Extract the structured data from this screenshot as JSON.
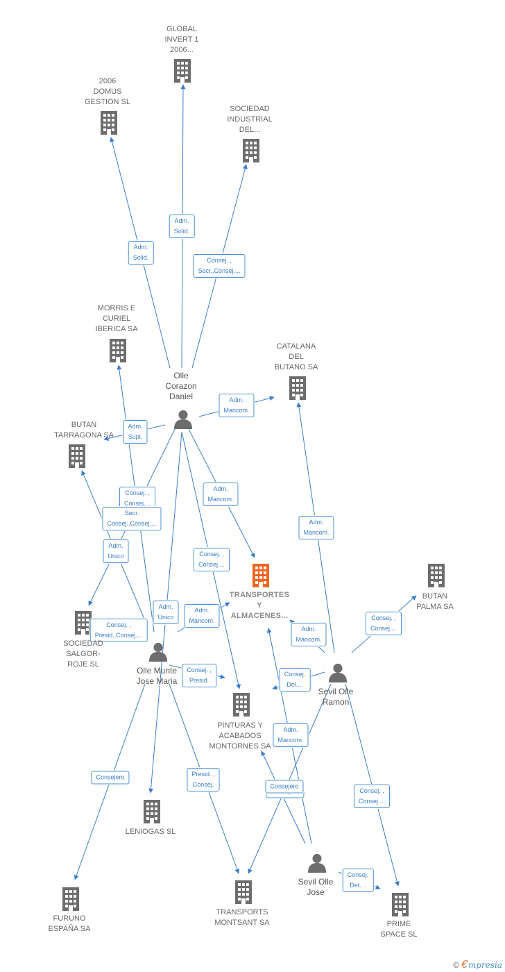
{
  "theme": {
    "edge_color": "#3a7dc9",
    "building_color": "#6d6d6d",
    "focus_color": "#f26522",
    "person_color": "#6d6d6d"
  },
  "nodes": [
    {
      "id": "global",
      "type": "company",
      "label": "GLOBAL\nINVERT 1\n2006..."
    },
    {
      "id": "domus",
      "type": "company",
      "label": "2006\nDOMUS\nGESTION SL"
    },
    {
      "id": "sid",
      "type": "company",
      "label": "SOCIEDAD\nINDUSTRIAL\nDEL..."
    },
    {
      "id": "morris",
      "type": "company",
      "label": "MORRIS E\nCURIEL\nIBERICA SA"
    },
    {
      "id": "catalana",
      "type": "company",
      "label": "CATALANA\nDEL\nBUTANO SA"
    },
    {
      "id": "oc_daniel",
      "type": "person",
      "label": "Olle\nCorazon\nDaniel"
    },
    {
      "id": "butan_t",
      "type": "company",
      "label": "BUTAN\nTARRAGONA SA"
    },
    {
      "id": "transportes",
      "type": "focus",
      "label": "TRANSPORTES\nY\nALMACENES..."
    },
    {
      "id": "butan_p",
      "type": "company",
      "label": "BUTAN\nPALMA SA"
    },
    {
      "id": "salgor",
      "type": "company",
      "label": "SOCIEDAD\nSALGOR-\nROJE SL"
    },
    {
      "id": "om_jose",
      "type": "person",
      "label": "Olle Munte\nJose Maria"
    },
    {
      "id": "so_ramon",
      "type": "person",
      "label": "Sevil Olle\nRamon"
    },
    {
      "id": "pinturas",
      "type": "company",
      "label": "PINTURAS Y\nACABADOS\nMONTORNES SA"
    },
    {
      "id": "leniogas",
      "type": "company",
      "label": "LENIOGAS SL"
    },
    {
      "id": "so_jose",
      "type": "person",
      "label": "Sevil Olle\nJose"
    },
    {
      "id": "furuno",
      "type": "company",
      "label": "FURUNO\nESPAÑA SA"
    },
    {
      "id": "montsant",
      "type": "company",
      "label": "TRANSPORTS\nMONTSANT SA"
    },
    {
      "id": "prime",
      "type": "company",
      "label": "PRIME\nSPACE SL"
    }
  ],
  "edges": [
    {
      "from": "oc_daniel",
      "to": "global",
      "label": "Adm.\nSolid."
    },
    {
      "from": "oc_daniel",
      "to": "domus",
      "label": "Adm.\nSolid."
    },
    {
      "from": "oc_daniel",
      "to": "sid",
      "label": "Consej. ,\nSecr.,Consej...."
    },
    {
      "from": "oc_daniel",
      "to": "catalana",
      "label": "Adm.\nMancom."
    },
    {
      "from": "oc_daniel",
      "to": "butan_t",
      "label": "Adm.\nSupl."
    },
    {
      "from": "oc_daniel",
      "to": "transportes",
      "label": "Adm.\nMancom."
    },
    {
      "from": "oc_daniel",
      "to": "salgor",
      "label": "Consej. ,\nConsej...."
    },
    {
      "from": "oc_daniel",
      "to": "pinturas",
      "label": "Consej. ,\nConsej...."
    },
    {
      "from": "oc_daniel",
      "to": "leniogas",
      "label": "Adm.\nUnico"
    },
    {
      "from": "om_jose",
      "to": "morris",
      "label": "Secr.\nConsej.,Consej...."
    },
    {
      "from": "om_jose",
      "to": "butan_t",
      "label": "Adm.\nUnico"
    },
    {
      "from": "om_jose",
      "to": "transportes",
      "label": "Adm.\nMancom."
    },
    {
      "from": "om_jose",
      "to": "salgor",
      "label": "Consej. ,\nPresid.,Consej...."
    },
    {
      "from": "om_jose",
      "to": "pinturas",
      "label": "Consej. ,\nPresid."
    },
    {
      "from": "om_jose",
      "to": "furuno",
      "label": "Consejero"
    },
    {
      "from": "om_jose",
      "to": "montsant",
      "label": "Presid. ,\nConsej."
    },
    {
      "from": "so_ramon",
      "to": "catalana",
      "label": "Adm.\nMancom."
    },
    {
      "from": "so_ramon",
      "to": "butan_p",
      "label": "Consej. ,\nConsej...."
    },
    {
      "from": "so_ramon",
      "to": "transportes",
      "label": "Adm.\nMancom."
    },
    {
      "from": "so_ramon",
      "to": "pinturas",
      "label": "Consej.\nDel...."
    },
    {
      "from": "so_ramon",
      "to": "prime",
      "label": "Consej. ,\nConsej...."
    },
    {
      "from": "so_ramon",
      "to": "montsant",
      "label": "Consejero"
    },
    {
      "from": "so_jose",
      "to": "transportes",
      "label": "Adm.\nMancom."
    },
    {
      "from": "so_jose",
      "to": "pinturas",
      "label": "Consejero"
    },
    {
      "from": "so_jose",
      "to": "prime",
      "label": "Consej.\nDel...."
    }
  ],
  "footer": {
    "copyright": "©",
    "brand_first": "€",
    "brand_rest": "mpresia"
  }
}
